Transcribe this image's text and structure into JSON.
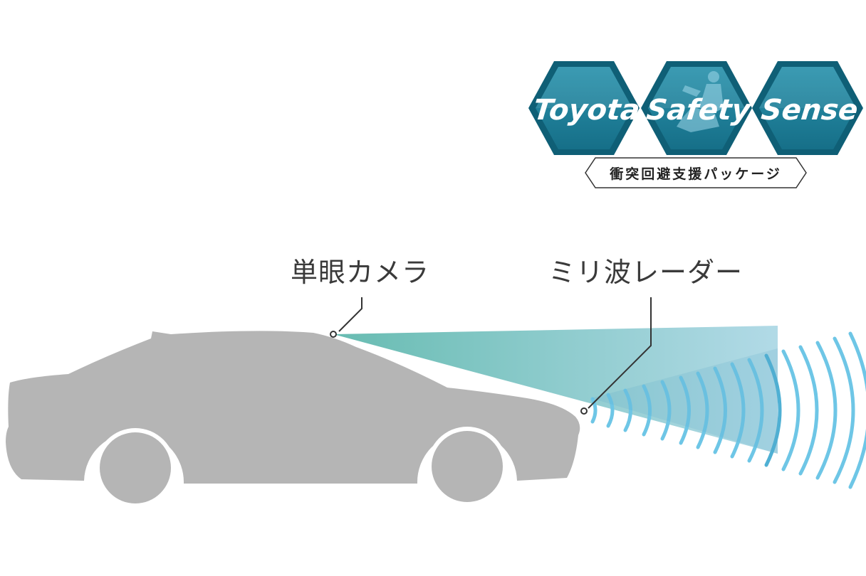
{
  "logo": {
    "words": [
      "Toyota",
      "Safety",
      "Sense"
    ],
    "tagline": "衝突回避支援パッケージ",
    "hex_color": "#1e7f9a",
    "hex_edge_color": "#156a82",
    "text_color": "#ffffff"
  },
  "callouts": {
    "camera": "単眼カメラ",
    "radar": "ミリ波レーダー"
  },
  "colors": {
    "car": "#b5b5b5",
    "camera_beam": "#6fc0b8",
    "radar_beam": "#a9d6e4",
    "radar_waves": "#6ec6e6",
    "leader_line": "#333333"
  },
  "icons": {
    "car": "car-silhouette-icon",
    "driver": "seated-driver-icon"
  }
}
